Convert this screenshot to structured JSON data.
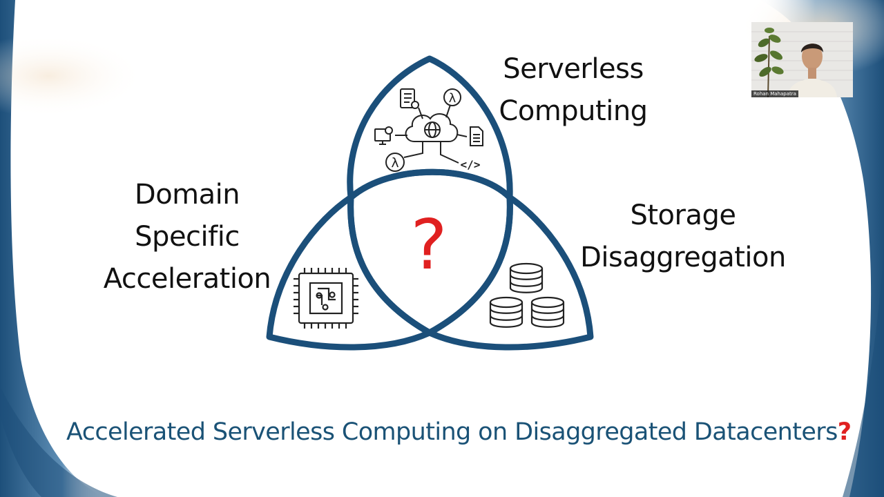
{
  "slide": {
    "labels": {
      "serverless_line1": "Serverless",
      "serverless_line2": "Computing",
      "domain_line1": "Domain",
      "domain_line2": "Specific",
      "domain_line3": "Acceleration",
      "storage_line1": "Storage",
      "storage_line2": "Disaggregation"
    },
    "center_mark": "?",
    "caption": {
      "text": "Accelerated Serverless Computing on Disaggregated Datacenters",
      "mark": "?"
    },
    "icons": {
      "serverless": [
        "cloud-globe-icon",
        "lambda-icon",
        "checklist-gear-icon",
        "document-icon",
        "monitor-gear-icon",
        "code-icon"
      ],
      "domain": "chip-icon",
      "storage": "database-stack-icon"
    },
    "code_glyph": "</>",
    "lambda_glyph": "λ"
  },
  "webcam": {
    "name": "Rohan Mahapatra"
  },
  "colors": {
    "venn_outline": "#1b4f7a",
    "caption": "#1a5276",
    "accent_red": "#e02020",
    "text": "#111111"
  }
}
